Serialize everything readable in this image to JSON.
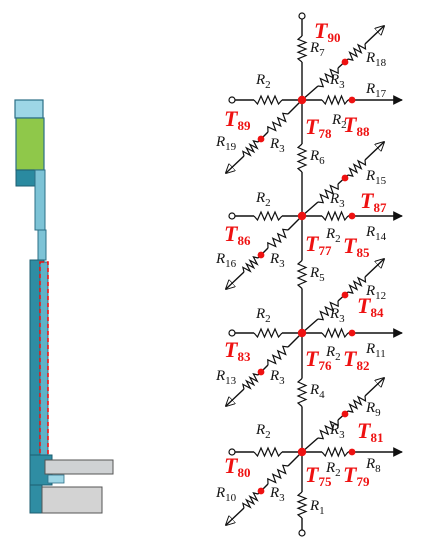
{
  "colors": {
    "node": "#ee1111",
    "wire": "#111111",
    "label_red": "#ee1111"
  },
  "tnodes": [
    {
      "id": "t90",
      "letter": "T",
      "num": "90"
    },
    {
      "id": "t89",
      "letter": "T",
      "num": "89"
    },
    {
      "id": "t78",
      "letter": "T",
      "num": "78"
    },
    {
      "id": "t88",
      "letter": "T",
      "num": "88"
    },
    {
      "id": "t87",
      "letter": "T",
      "num": "87"
    },
    {
      "id": "t86",
      "letter": "T",
      "num": "86"
    },
    {
      "id": "t77",
      "letter": "T",
      "num": "77"
    },
    {
      "id": "t85",
      "letter": "T",
      "num": "85"
    },
    {
      "id": "t84",
      "letter": "T",
      "num": "84"
    },
    {
      "id": "t83",
      "letter": "T",
      "num": "83"
    },
    {
      "id": "t76",
      "letter": "T",
      "num": "76"
    },
    {
      "id": "t82",
      "letter": "T",
      "num": "82"
    },
    {
      "id": "t81",
      "letter": "T",
      "num": "81"
    },
    {
      "id": "t80",
      "letter": "T",
      "num": "80"
    },
    {
      "id": "t75",
      "letter": "T",
      "num": "75"
    },
    {
      "id": "t79",
      "letter": "T",
      "num": "79"
    }
  ],
  "resistors": [
    {
      "id": "r7",
      "letter": "R",
      "num": "7"
    },
    {
      "id": "r18",
      "letter": "R",
      "num": "18"
    },
    {
      "id": "r2a",
      "letter": "R",
      "num": "2"
    },
    {
      "id": "r3a",
      "letter": "R",
      "num": "3"
    },
    {
      "id": "r17",
      "letter": "R",
      "num": "17"
    },
    {
      "id": "r2b",
      "letter": "R",
      "num": "2"
    },
    {
      "id": "r19",
      "letter": "R",
      "num": "19"
    },
    {
      "id": "r3b",
      "letter": "R",
      "num": "3"
    },
    {
      "id": "r6",
      "letter": "R",
      "num": "6"
    },
    {
      "id": "r15",
      "letter": "R",
      "num": "15"
    },
    {
      "id": "r2c",
      "letter": "R",
      "num": "2"
    },
    {
      "id": "r3c",
      "letter": "R",
      "num": "3"
    },
    {
      "id": "r14",
      "letter": "R",
      "num": "14"
    },
    {
      "id": "r2d",
      "letter": "R",
      "num": "2"
    },
    {
      "id": "r16",
      "letter": "R",
      "num": "16"
    },
    {
      "id": "r3d",
      "letter": "R",
      "num": "3"
    },
    {
      "id": "r5",
      "letter": "R",
      "num": "5"
    },
    {
      "id": "r12",
      "letter": "R",
      "num": "12"
    },
    {
      "id": "r2e",
      "letter": "R",
      "num": "2"
    },
    {
      "id": "r3e",
      "letter": "R",
      "num": "3"
    },
    {
      "id": "r11",
      "letter": "R",
      "num": "11"
    },
    {
      "id": "r2f",
      "letter": "R",
      "num": "2"
    },
    {
      "id": "r13",
      "letter": "R",
      "num": "13"
    },
    {
      "id": "r3f",
      "letter": "R",
      "num": "3"
    },
    {
      "id": "r4",
      "letter": "R",
      "num": "4"
    },
    {
      "id": "r9",
      "letter": "R",
      "num": "9"
    },
    {
      "id": "r2g",
      "letter": "R",
      "num": "2"
    },
    {
      "id": "r3g",
      "letter": "R",
      "num": "3"
    },
    {
      "id": "r8",
      "letter": "R",
      "num": "8"
    },
    {
      "id": "r2h",
      "letter": "R",
      "num": "2"
    },
    {
      "id": "r10",
      "letter": "R",
      "num": "10"
    },
    {
      "id": "r3h",
      "letter": "R",
      "num": "3"
    },
    {
      "id": "r1",
      "letter": "R",
      "num": "1"
    }
  ]
}
